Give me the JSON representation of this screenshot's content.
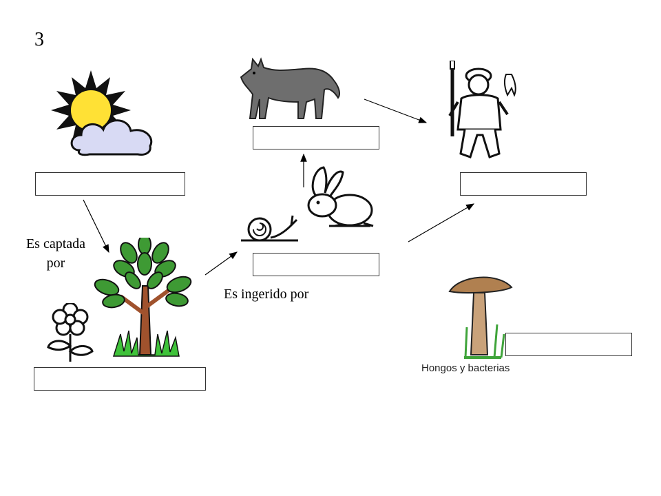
{
  "diagram": {
    "page_number": "3",
    "edge_labels": {
      "captured_by_line1": "Es captada",
      "captured_by_line2": "por",
      "eaten_by": "Es ingerido por"
    },
    "decomposers_caption": "Hongos y bacterias",
    "icons": {
      "sun": "sun-cloud-icon",
      "tree": "tree-icon",
      "flower": "flower-icon",
      "snail": "snail-icon",
      "rabbit": "rabbit-icon",
      "wolf": "wolf-icon",
      "hunter": "hunter-icon",
      "mushroom": "mushroom-icon"
    },
    "colors": {
      "sun": "#FFE135",
      "cloud": "#D8DAF4",
      "leaf": "#3E9A34",
      "trunk": "#A0522D",
      "wolf": "#6E6E6E",
      "mushroom_cap": "#B08050"
    }
  }
}
